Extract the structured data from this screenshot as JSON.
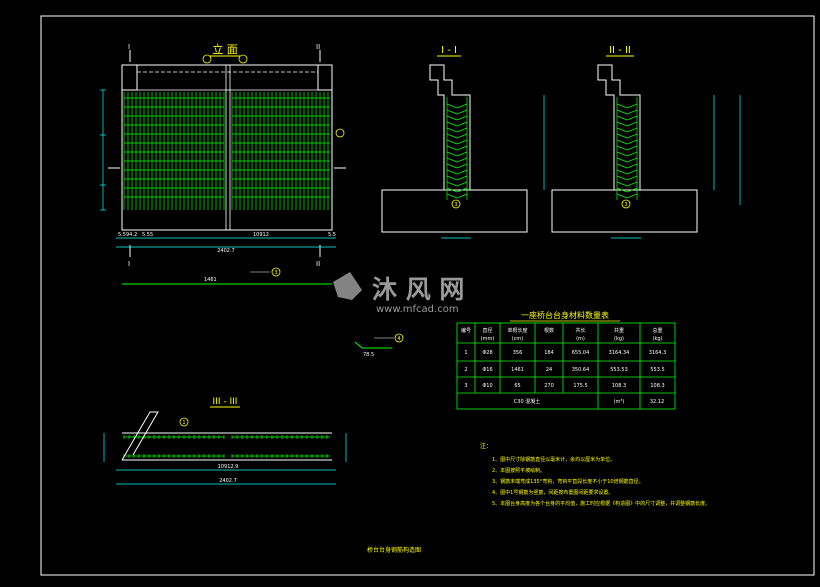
{
  "views": {
    "elevation": {
      "title": "立 面",
      "section_marks": [
        "I",
        "II"
      ],
      "bottom_dims": [
        "5.5",
        "94.2",
        "5.5",
        "5",
        "10912",
        "5.5"
      ],
      "total_dim": "2402.7",
      "overall": "1461",
      "detail_label": "3"
    },
    "section_1": {
      "title": "I - I",
      "mark": "3"
    },
    "section_2": {
      "title": "II - II",
      "mark": "3"
    },
    "plan": {
      "title": "III - III",
      "dim_middle": "10912.9",
      "dim_total": "2402.7",
      "callout": "1"
    },
    "small_detail": {
      "label": "78.5",
      "mark": "4"
    }
  },
  "watermark": {
    "brand": "沐 风 网",
    "url": "www.mfcad.com"
  },
  "table": {
    "title": "一座桥台台身材料数量表",
    "headers": [
      "编号",
      "直径 (mm)",
      "单根长度 (cm)",
      "根数",
      "共长 (m)",
      "共重 (kg)",
      "总重 (kg)"
    ],
    "rows": [
      [
        "1",
        "Φ28",
        "356",
        "184",
        "655.04",
        "3164.34",
        "3164.3"
      ],
      [
        "2",
        "Φ16",
        "1461",
        "24",
        "350.64",
        "553.53",
        "553.5"
      ],
      [
        "3",
        "Φ10",
        "65",
        "270",
        "175.5",
        "108.3",
        "108.3"
      ]
    ],
    "footer": [
      "C30 混凝土",
      "(m³)",
      "32.12"
    ]
  },
  "notes": {
    "header": "注：",
    "items": [
      "1、图中尺寸除钢筋直径以毫米计，余均以厘米为单位。",
      "2、本图按照平坡绘制。",
      "3、钢筋末端弯成135°弯钩，弯钩平直段长度不小于10倍钢筋直径。",
      "4、图中1号钢筋为竖筋，间距按布置图间距要求设置。",
      "5、本图台身高度为各个台身的平均值，施工时应根据《构造图》中的尺寸调整，并调整钢筋长度。"
    ]
  },
  "drawing_title": "桥台台身钢筋构造图",
  "colors": {
    "line": "#ffffff",
    "rebar": "#00ff00",
    "dim": "#00ffff",
    "title": "#ffff00",
    "frame": "#ffffff"
  }
}
